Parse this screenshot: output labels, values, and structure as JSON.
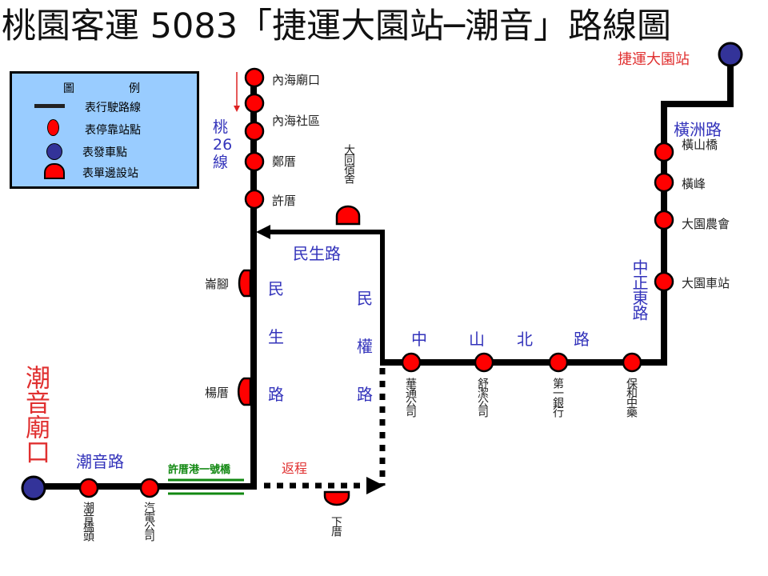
{
  "title": "桃園客運 5083「捷運大園站─潮音」路線圖",
  "legend": {
    "title_left": "圖",
    "title_right": "例",
    "route": "表行駛路線",
    "stop": "表停靠站點",
    "terminal": "表發車點",
    "oneway": "表單邊設站"
  },
  "colors": {
    "stop": "#FF0000",
    "terminal": "#333399",
    "road": "#3333BB",
    "bridge": "#118811",
    "legend_bg": "#99CCFF"
  },
  "terminals": {
    "start": "捷運大園站",
    "end": "潮音廟口"
  },
  "side_route": {
    "name": "桃26線",
    "stops": [
      "內海廟口",
      "內海社區",
      "鄭厝",
      "許厝"
    ]
  },
  "roads": {
    "heng": "橫洲路",
    "zhongzheng": "中正東路",
    "zhongshan": [
      "中",
      "山",
      "北",
      "路"
    ],
    "minsheng_h": "民生路",
    "minsheng_v": [
      "民",
      "生",
      "路"
    ],
    "minquan_v": [
      "民",
      "權",
      "路"
    ],
    "chaoyin": "潮音路"
  },
  "right_stops": [
    "橫山橋",
    "橫峰",
    "大園農會",
    "大園車站"
  ],
  "bottom_stops": [
    "華通公司",
    "舒潔公司",
    "第一銀行",
    "保和中藥"
  ],
  "oneway_stops": {
    "datong": "大同宿舍",
    "lunjiao": "崙腳",
    "yangcuo": "楊厝",
    "xiacuo": "下厝"
  },
  "left_stops": [
    "潮音橋頭",
    "汽電公司"
  ],
  "bridge": "許厝港一號橋",
  "return_label": "返程"
}
